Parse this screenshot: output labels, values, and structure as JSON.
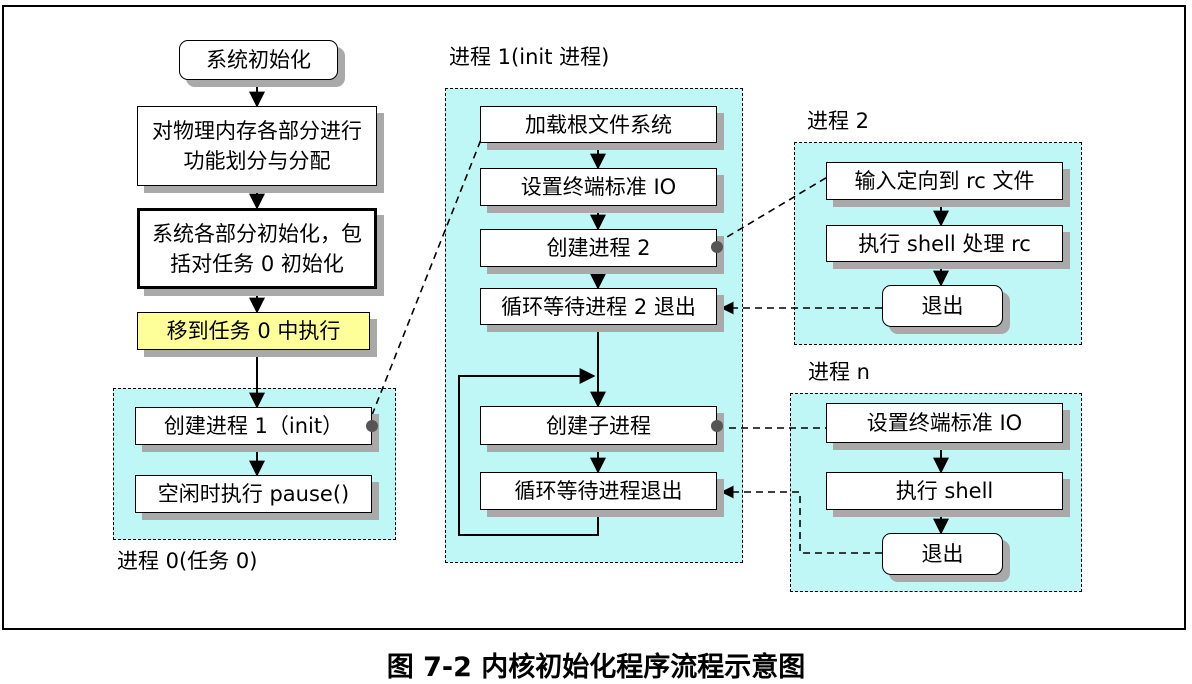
{
  "process0": {
    "label": "进程 0(任务 0)",
    "boxes": {
      "sys_init": "系统初始化",
      "mem_partition": "对物理内存各部分进行功能划分与分配",
      "parts_init": "系统各部分初始化，包括对任务 0 初始化",
      "move_task0": "移到任务 0 中执行",
      "create_p1": "创建进程 1（init）",
      "idle_pause": "空闲时执行 pause()"
    }
  },
  "process1": {
    "label": "进程 1(init 进程)",
    "boxes": {
      "mount_root": "加载根文件系统",
      "set_term1": "设置终端标准 IO",
      "create_p2": "创建进程 2",
      "wait_p2": "循环等待进程 2 退出",
      "create_child": "创建子进程",
      "wait_exit": "循环等待进程退出"
    }
  },
  "process2": {
    "label": "进程 2",
    "boxes": {
      "redirect_rc": "输入定向到 rc 文件",
      "exec_shell_rc": "执行 shell 处理 rc",
      "exit2": "退出"
    }
  },
  "processn": {
    "label": "进程 n",
    "boxes": {
      "set_term_n": "设置终端标准 IO",
      "exec_shell": "执行 shell",
      "exitn": "退出"
    }
  },
  "caption": "图 7-2 内核初始化程序流程示意图",
  "colors": {
    "region_fill": "#bff7f7",
    "highlight_fill": "#ffff99",
    "shadow": "#a9a9a9"
  }
}
